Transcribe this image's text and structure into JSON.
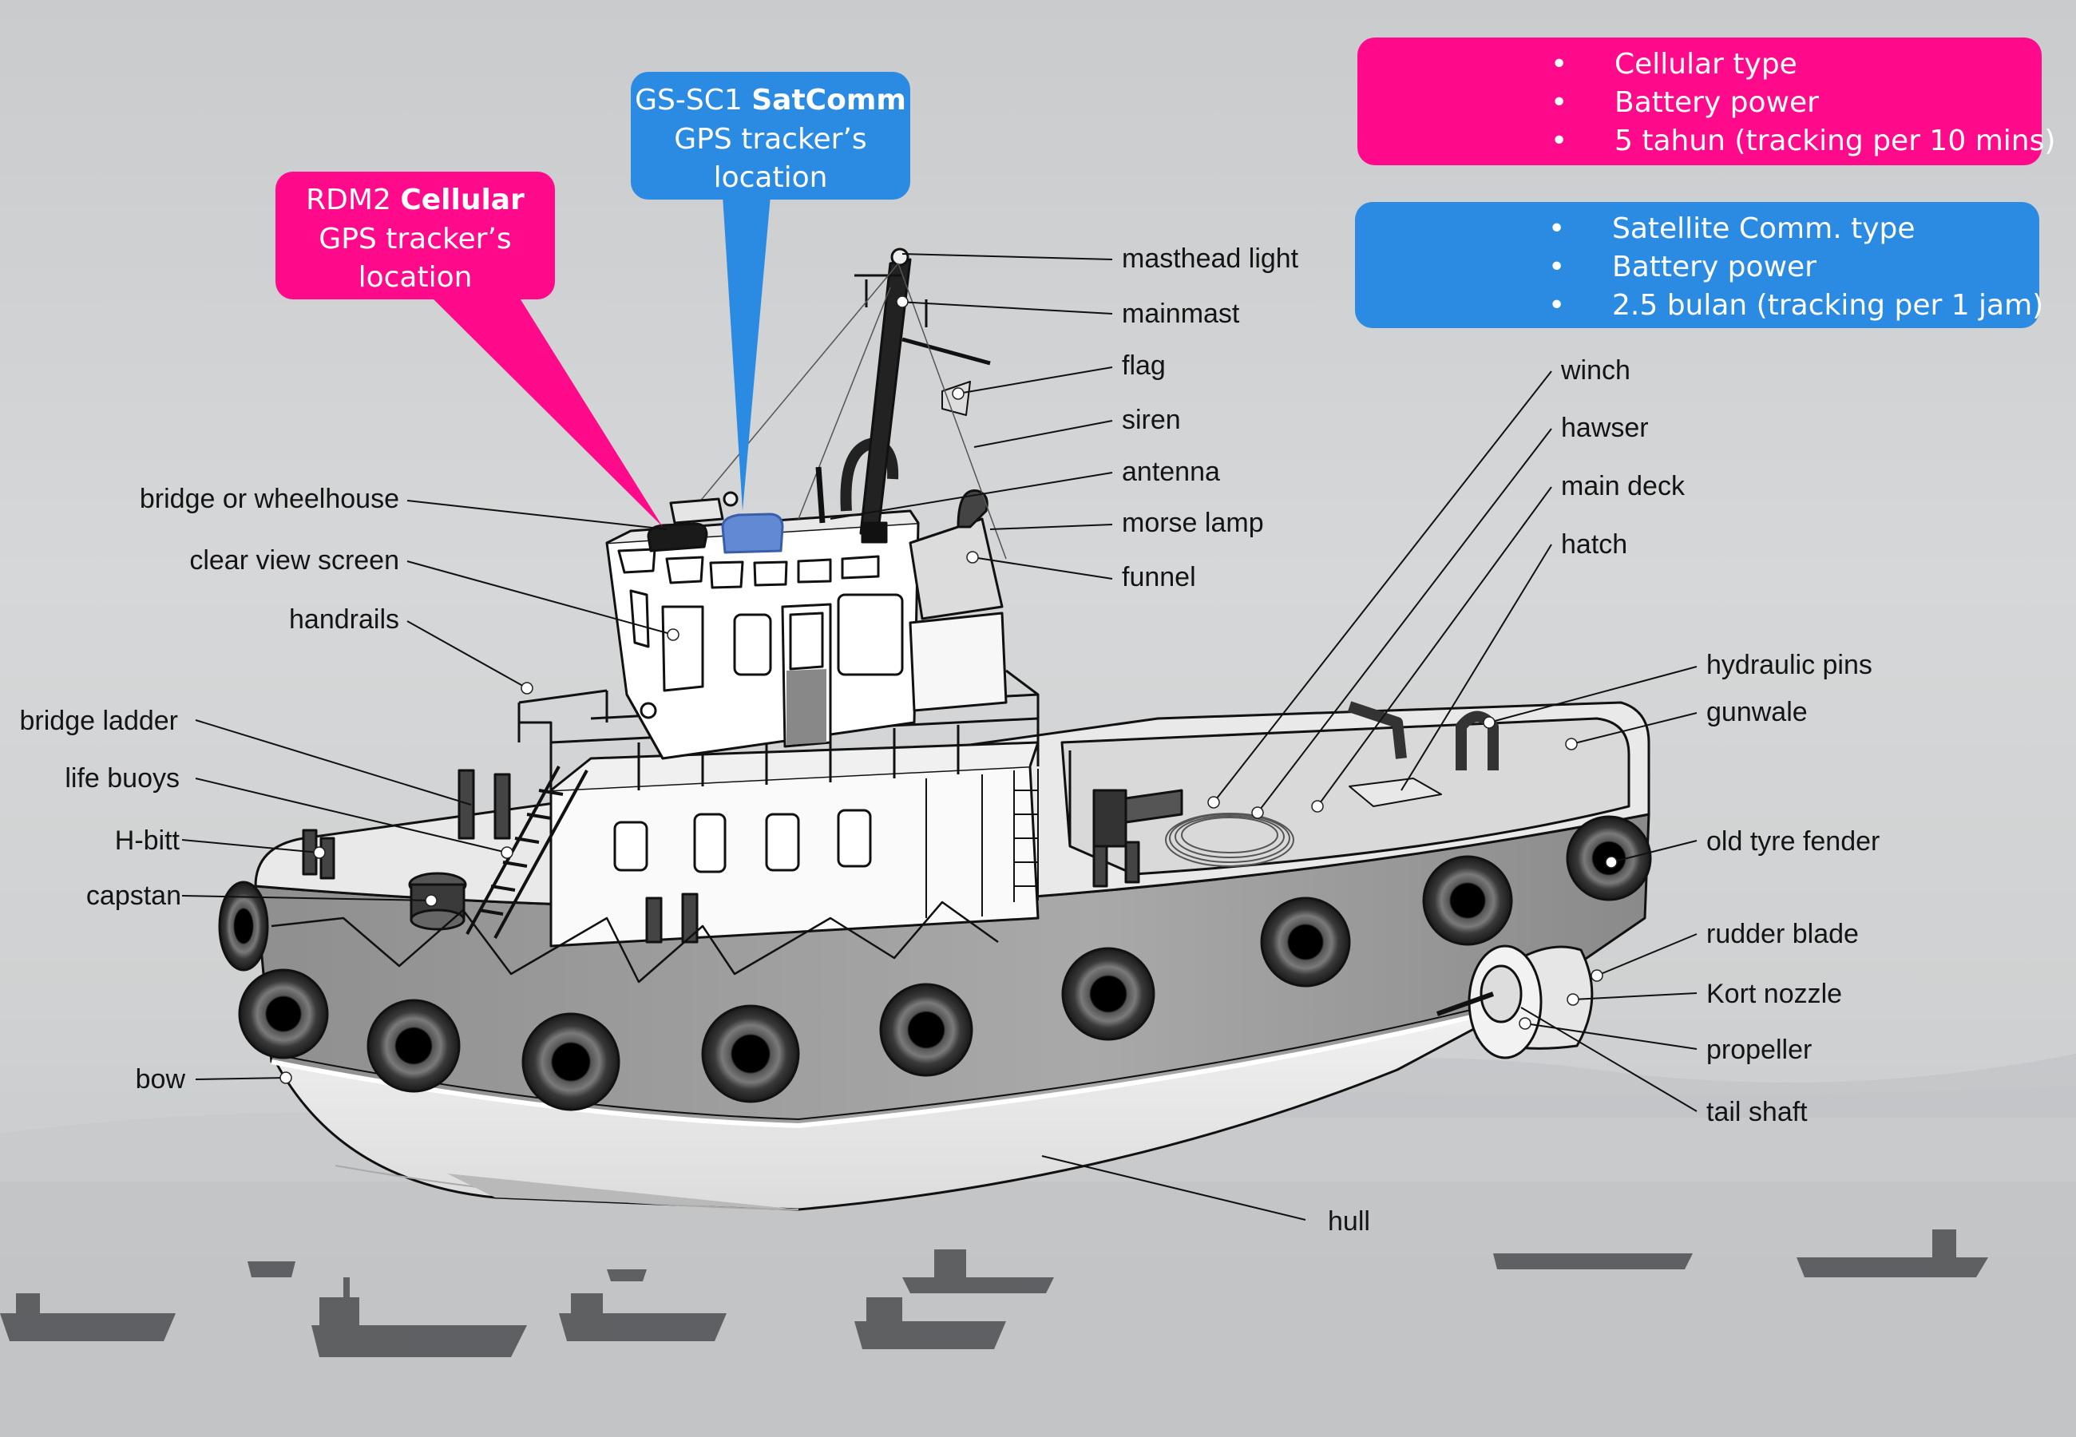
{
  "callouts": {
    "cellular": {
      "line1_a": "RDM2 ",
      "line1_b": "Cellular",
      "line2": "GPS tracker’s",
      "line3": "location"
    },
    "satcomm": {
      "line1_a": "GS-SC1 ",
      "line1_b": "SatComm",
      "line2": "GPS tracker’s",
      "line3": "location"
    }
  },
  "info_boxes": {
    "cellular": {
      "bullet": "•",
      "items": [
        "Cellular type",
        "Battery power",
        "5 tahun (tracking per 10 mins)"
      ]
    },
    "satellite": {
      "bullet": "•",
      "items": [
        "Satellite Comm. type",
        "Battery power",
        "2.5 bulan (tracking per 1 jam)"
      ]
    }
  },
  "labels": {
    "masthead_light": "masthead light",
    "mainmast": "mainmast",
    "flag": "flag",
    "siren": "siren",
    "antenna": "antenna",
    "morse_lamp": "morse lamp",
    "funnel": "funnel",
    "bridge_or_wheelhouse": "bridge or wheelhouse",
    "clear_view_screen": "clear view screen",
    "handrails": "handrails",
    "bridge_ladder": "bridge ladder",
    "life_buoys": "life buoys",
    "h_bitt": "H-bitt",
    "capstan": "capstan",
    "bow": "bow",
    "hull": "hull",
    "winch": "winch",
    "hawser": "hawser",
    "main_deck": "main deck",
    "hatch": "hatch",
    "hydraulic_pins": "hydraulic pins",
    "gunwale": "gunwale",
    "old_tyre_fender": "old tyre fender",
    "rudder_blade": "rudder blade",
    "kort_nozzle": "Kort nozzle",
    "propeller": "propeller",
    "tail_shaft": "tail shaft"
  },
  "colors": {
    "cellular_pink": "#ff0a8a",
    "satellite_blue": "#2b8be3",
    "hull_grey": "#9c9c9c",
    "tyre_black": "#1c1c1c"
  }
}
